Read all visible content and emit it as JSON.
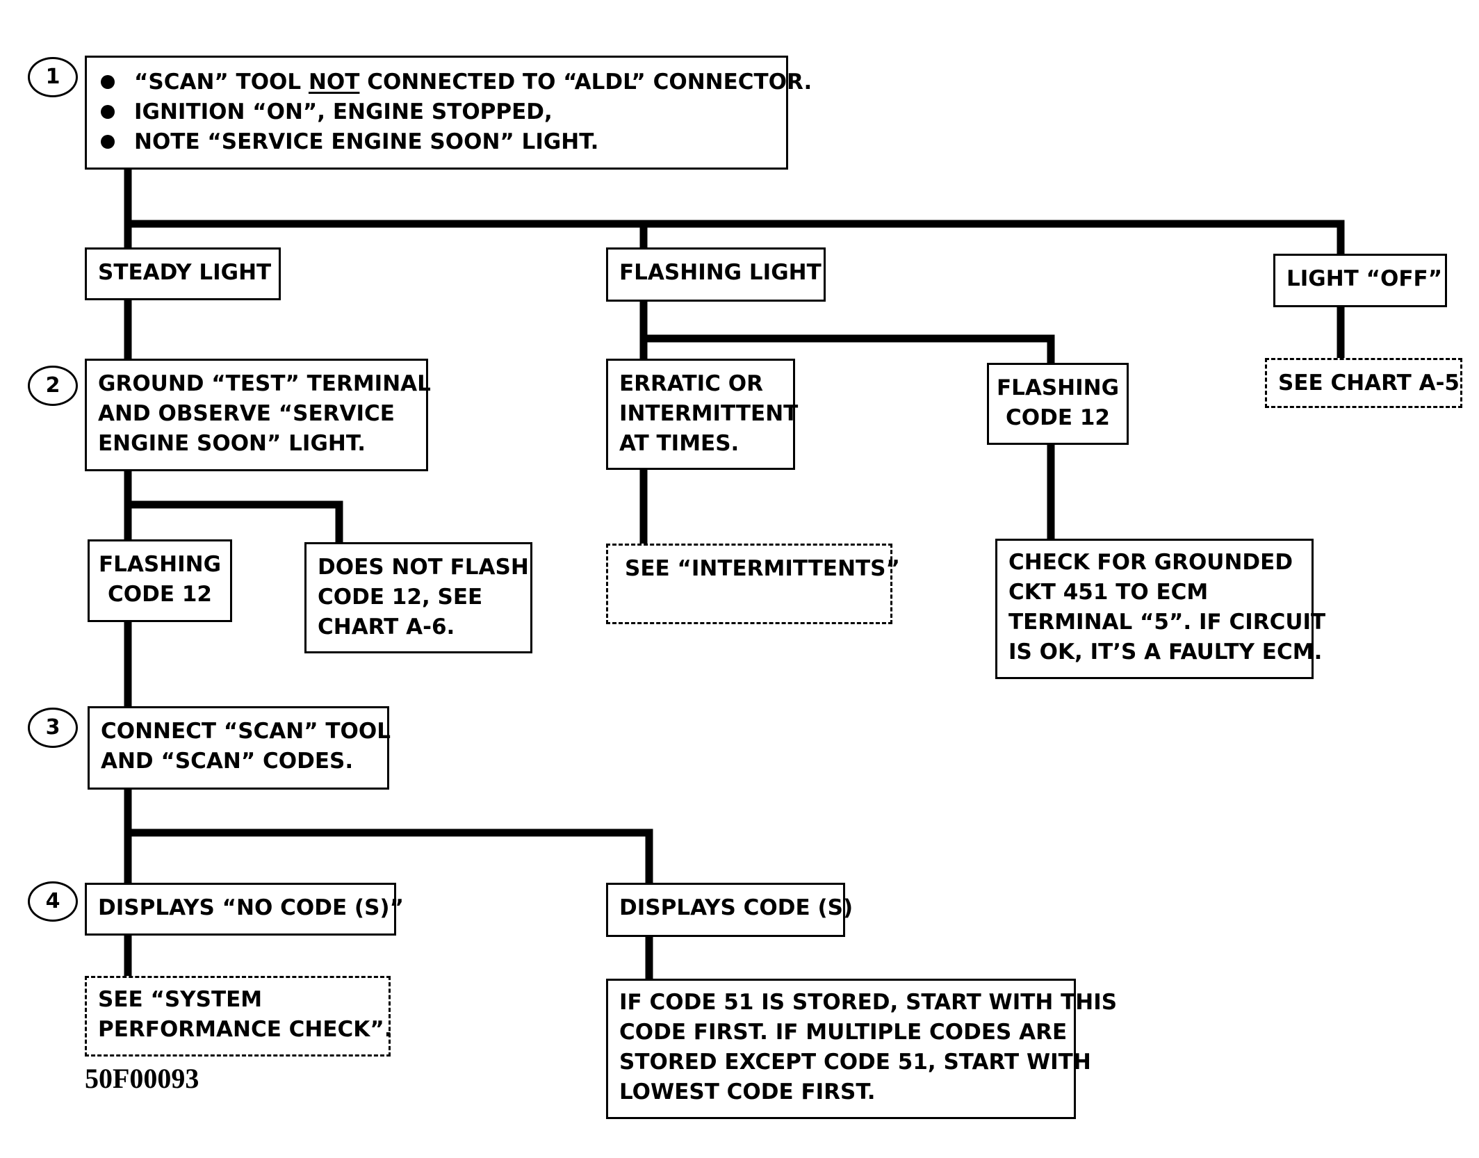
{
  "steps": [
    "1",
    "2",
    "3",
    "4"
  ],
  "box1": {
    "bullets": [
      {
        "before": "“SCAN” TOOL ",
        "underlined": "NOT",
        "after": " CONNECTED TO “ALDL” CONNECTOR."
      },
      {
        "before": "IGNITION “ON”, ENGINE STOPPED,",
        "underlined": "",
        "after": ""
      },
      {
        "before": "NOTE “SERVICE ENGINE SOON” LIGHT.",
        "underlined": "",
        "after": ""
      }
    ]
  },
  "steady_light": "STEADY LIGHT",
  "flashing_light": "FLASHING LIGHT",
  "light_off": "LIGHT “OFF”",
  "see_chart_a5": "SEE CHART A-5",
  "ground_test": [
    "GROUND “TEST” TERMINAL",
    "AND OBSERVE “SERVICE",
    "ENGINE SOON” LIGHT."
  ],
  "erratic": [
    "ERRATIC OR",
    "INTERMITTENT",
    "AT TIMES."
  ],
  "flashing_code_right": [
    "FLASHING",
    "CODE 12"
  ],
  "flashing_code_left": [
    "FLASHING",
    "CODE 12"
  ],
  "does_not_flash": [
    "DOES NOT FLASH",
    "CODE 12,  SEE",
    "CHART A-6."
  ],
  "see_intermittents": "SEE “INTERMITTENTS”",
  "check_grounded": [
    "CHECK FOR GROUNDED",
    "CKT  451 TO ECM",
    "TERMINAL “5”.  IF CIRCUIT",
    "IS OK, IT’S A  FAULTY ECM."
  ],
  "connect_scan": [
    "CONNECT “SCAN” TOOL",
    "AND “SCAN” CODES."
  ],
  "displays_no_code": "DISPLAYS  “NO CODE (S)”",
  "displays_code": "DISPLAYS CODE (S)",
  "see_system": [
    "SEE “SYSTEM",
    "PERFORMANCE CHECK”."
  ],
  "if_code51": [
    "IF CODE 51 IS STORED, START WITH THIS",
    "CODE FIRST.  IF MULTIPLE CODES ARE",
    "STORED EXCEPT CODE 51, START WITH",
    "LOWEST CODE FIRST."
  ],
  "figure_id": "50F00093"
}
